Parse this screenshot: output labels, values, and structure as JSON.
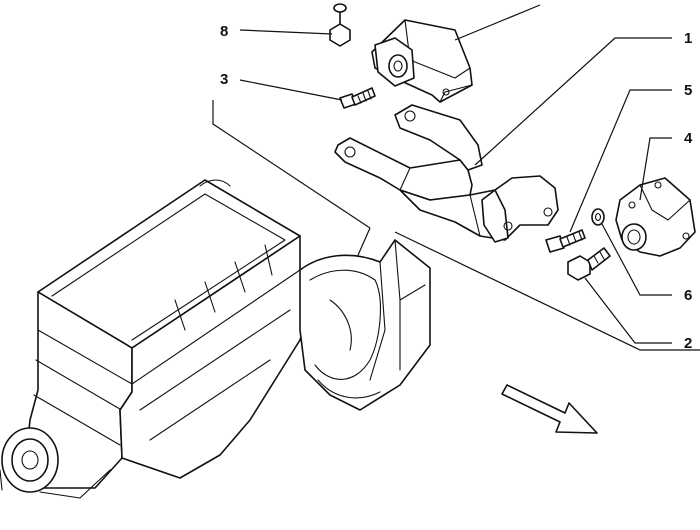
{
  "diagram": {
    "callouts": [
      {
        "id": "c8",
        "label": "8"
      },
      {
        "id": "c3",
        "label": "3"
      },
      {
        "id": "c1",
        "label": "1"
      },
      {
        "id": "c5",
        "label": "5"
      },
      {
        "id": "c4",
        "label": "4"
      },
      {
        "id": "c6",
        "label": "6"
      },
      {
        "id": "c2",
        "label": "2"
      }
    ],
    "parts": {
      "engine": "engine-block",
      "gearbox": "gearbox-housing",
      "upper_mount": "upper-mount-bracket",
      "support_arm": "support-arm",
      "side_mount": "side-mount-bracket",
      "washer": "washer",
      "direction_arrow": "direction-arrow"
    }
  }
}
